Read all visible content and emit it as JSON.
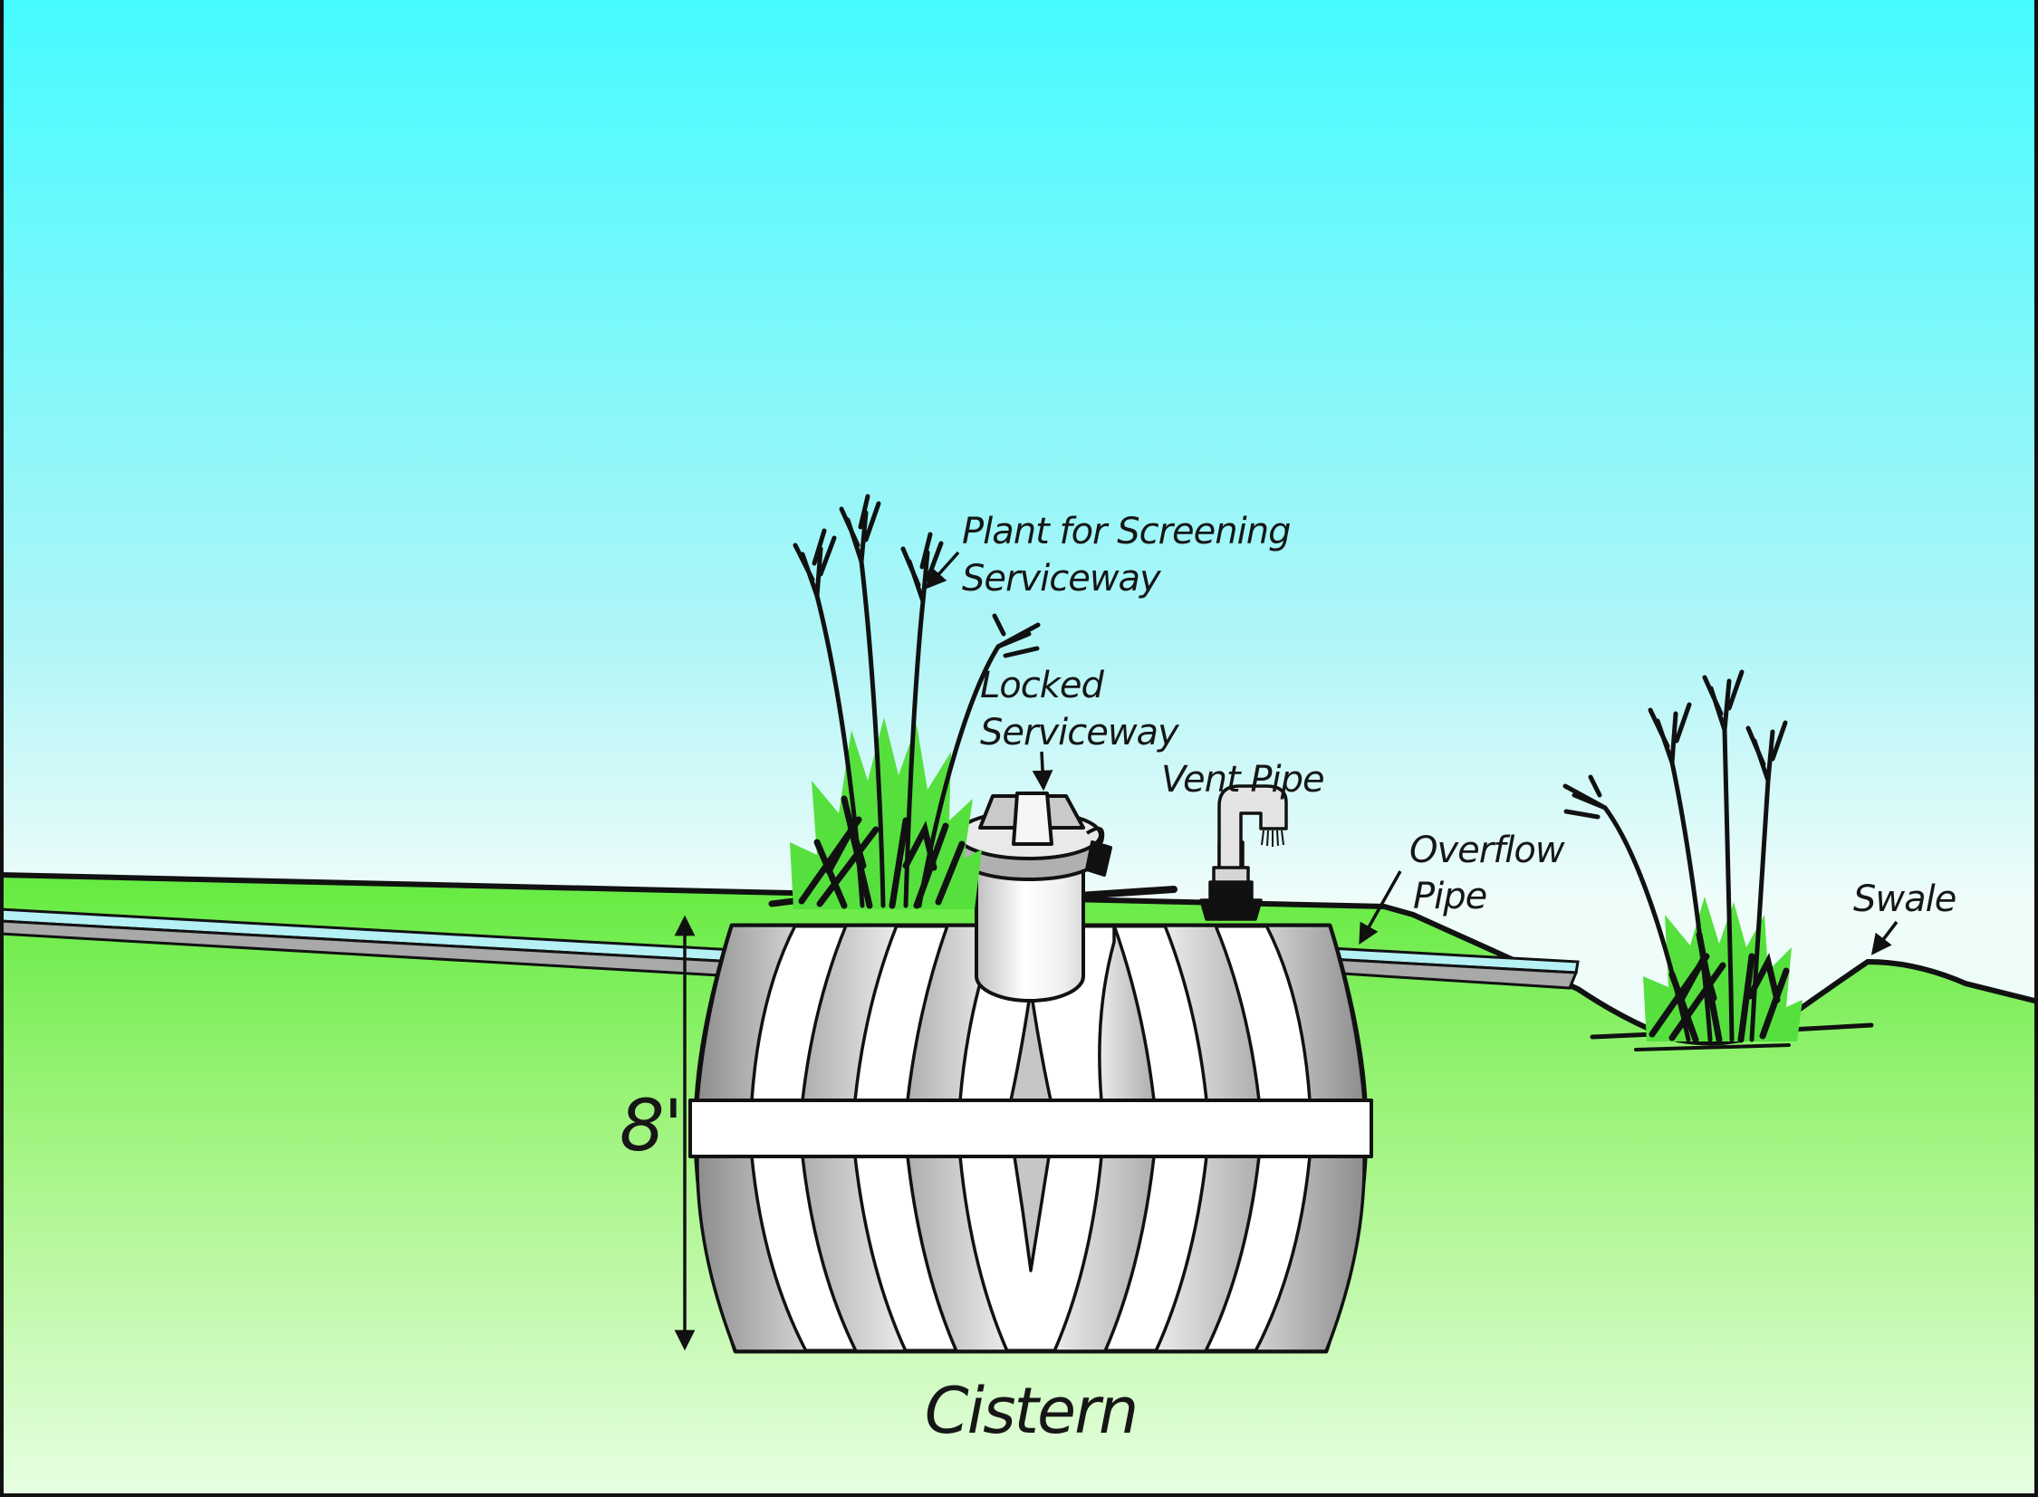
{
  "diagram": {
    "title": "Cistern",
    "labels": {
      "plant_line1": "Plant for Screening",
      "plant_line2": "Serviceway",
      "locked_line1": "Locked",
      "locked_line2": "Serviceway",
      "vent": "Vent Pipe",
      "overflow_line1": "Overflow",
      "overflow_line2": "Pipe",
      "swale": "Swale",
      "cistern": "Cistern",
      "depth": "8'"
    },
    "colors": {
      "sky_top": "#45fbff",
      "sky_horizon": "#eefcfa",
      "grass_top": "#62ea3e",
      "grass_bottom": "#eaffe6",
      "pipe_water": "#b5f0f4",
      "pipe_gray": "#a9a9a9",
      "tank_rib_gray": "#9a9a9a",
      "outline": "#111111"
    }
  }
}
